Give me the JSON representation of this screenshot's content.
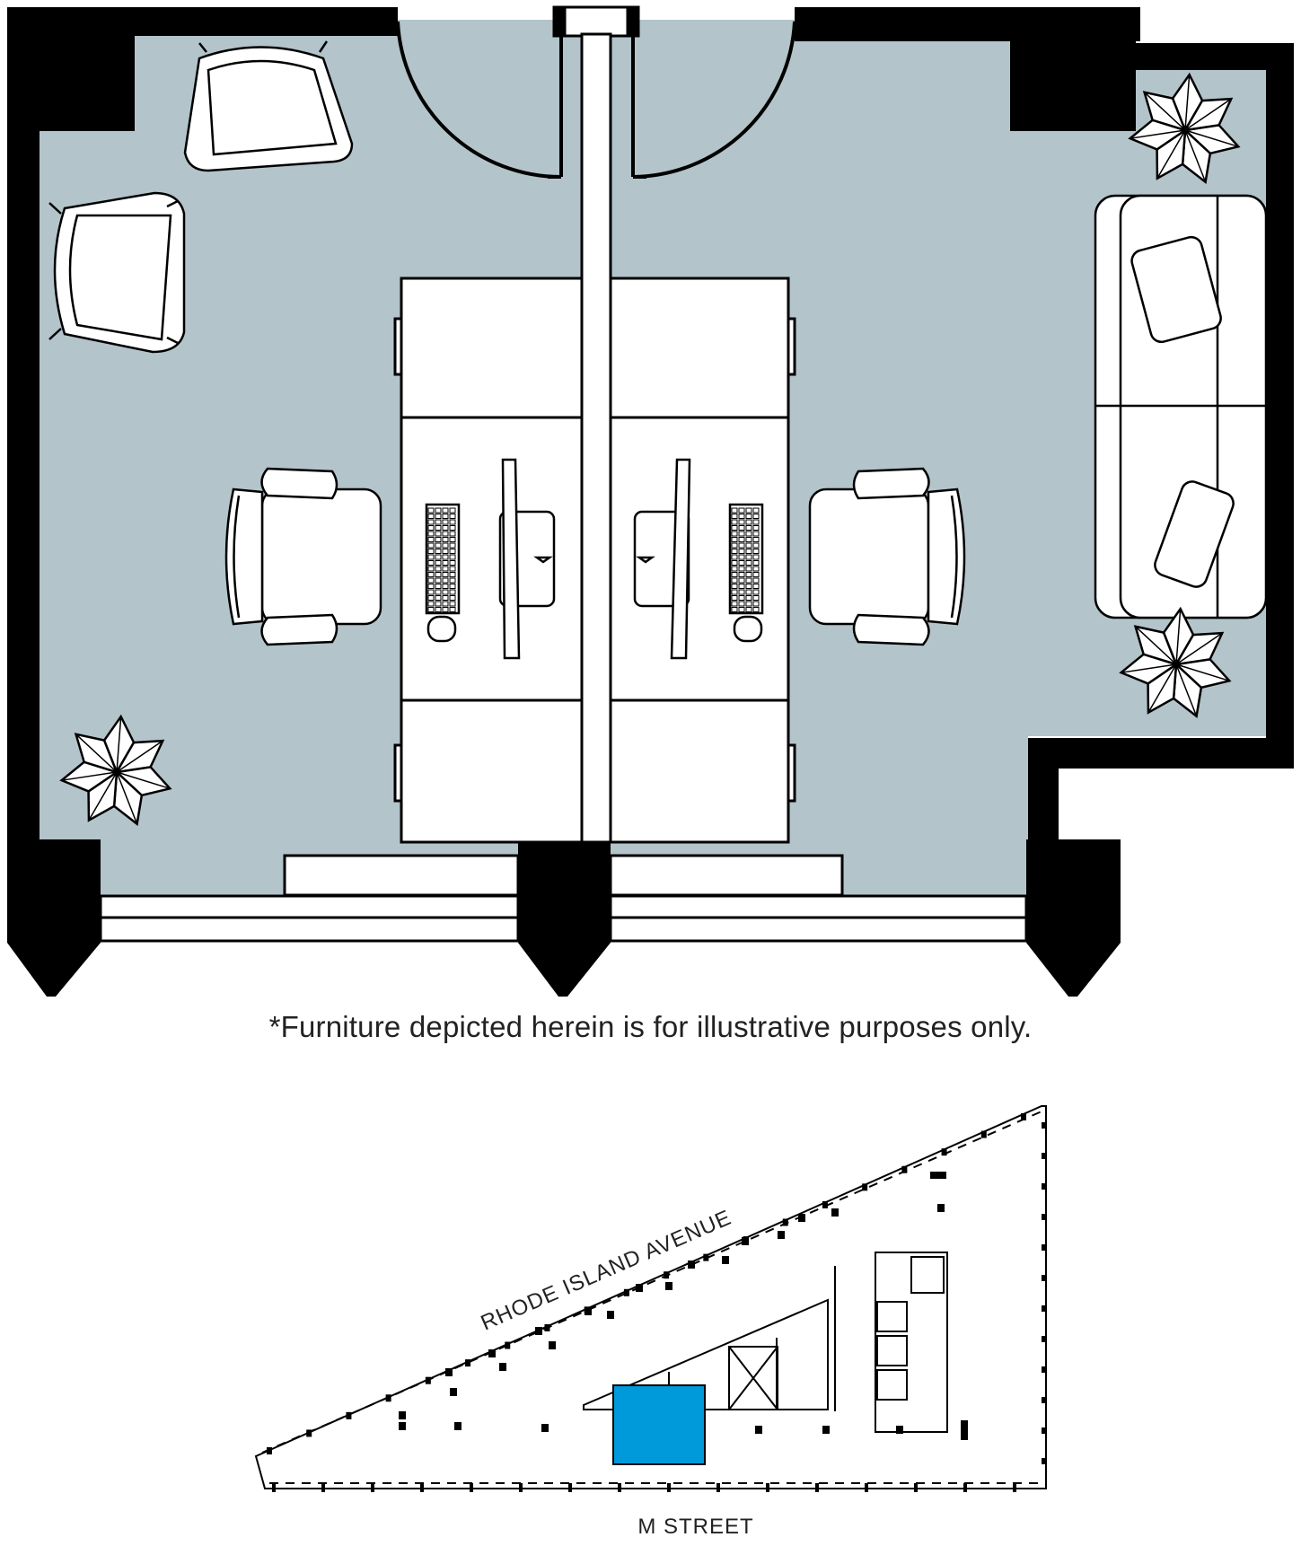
{
  "disclaimer": "*Furniture depicted herein is for illustrative purposes only.",
  "keyplan": {
    "street_north": "RHODE ISLAND AVENUE",
    "street_south": "M STREET",
    "highlight_color": "#0099DA"
  },
  "colors": {
    "floor": "#B3C4CA",
    "wall": "#000000",
    "furniture_fill": "#FFFFFF",
    "furniture_stroke": "#000000"
  }
}
